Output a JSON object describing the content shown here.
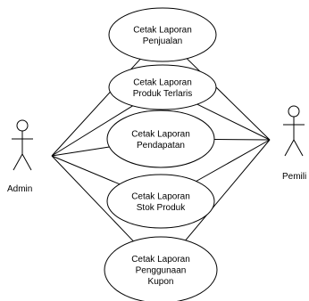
{
  "actors": [
    {
      "id": "admin",
      "label": "Admin"
    },
    {
      "id": "pemilik",
      "label": "Pemili"
    }
  ],
  "use_cases": [
    {
      "id": "uc1",
      "lines": [
        "Cetak Laporan",
        "Penjualan"
      ]
    },
    {
      "id": "uc2",
      "lines": [
        "Cetak Laporan",
        "Produk Terlaris"
      ]
    },
    {
      "id": "uc3",
      "lines": [
        "Cetak Laporan",
        "Pendapatan"
      ]
    },
    {
      "id": "uc4",
      "lines": [
        "Cetak Laporan",
        "Stok Produk"
      ]
    },
    {
      "id": "uc5",
      "lines": [
        "Cetak Laporan",
        "Penggunaan",
        "Kupon"
      ]
    }
  ],
  "associations": [
    {
      "actor": "admin",
      "use_case": "uc1"
    },
    {
      "actor": "admin",
      "use_case": "uc2"
    },
    {
      "actor": "admin",
      "use_case": "uc3"
    },
    {
      "actor": "admin",
      "use_case": "uc4"
    },
    {
      "actor": "admin",
      "use_case": "uc5"
    },
    {
      "actor": "pemilik",
      "use_case": "uc1"
    },
    {
      "actor": "pemilik",
      "use_case": "uc2"
    },
    {
      "actor": "pemilik",
      "use_case": "uc3"
    },
    {
      "actor": "pemilik",
      "use_case": "uc4"
    },
    {
      "actor": "pemilik",
      "use_case": "uc5"
    }
  ],
  "colors": {
    "stroke": "#000000",
    "fill": "#ffffff",
    "text": "#000000"
  }
}
